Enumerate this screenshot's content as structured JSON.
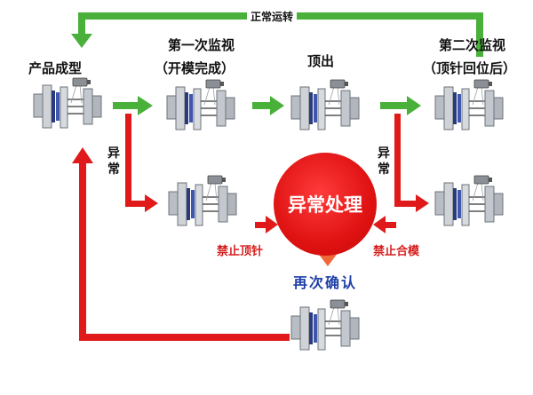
{
  "top_label": "正常运转",
  "stages": {
    "product_molding": "产品成型",
    "first_monitor_title": "第一次监视",
    "first_monitor_sub": "（开模完成）",
    "eject": "顶出",
    "second_monitor_title": "第二次监视",
    "second_monitor_sub": "（顶针回位后）"
  },
  "abnormal_label": "异常",
  "abnormal_label_2": "异常",
  "center": "异常处理",
  "stop_ejector": "禁止顶针",
  "stop_mold_close": "禁止合模",
  "reconfirm": "再次确认",
  "colors": {
    "green_arrow": "#49b03a",
    "red_arrow": "#e01a1a",
    "confirm_text": "#1f3fa8"
  },
  "icons": [
    "mold-machine-icon",
    "camera-icon"
  ]
}
